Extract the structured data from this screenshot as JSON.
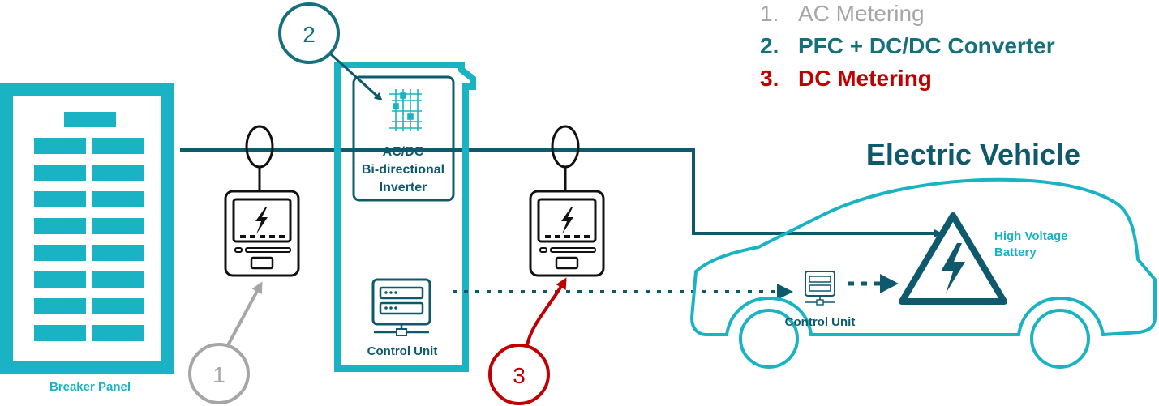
{
  "legend": {
    "items": [
      {
        "number": "1.",
        "label": "AC Metering",
        "color": "#a6a6a6"
      },
      {
        "number": "2.",
        "label": "PFC + DC/DC Converter",
        "color": "#16707c"
      },
      {
        "number": "3.",
        "label": "DC Metering",
        "color": "#c00000"
      }
    ]
  },
  "callouts": {
    "one": "1",
    "two": "2",
    "three": "3"
  },
  "breaker_panel": {
    "label": "Breaker Panel"
  },
  "inverter": {
    "line1": "AC/DC",
    "line2": "Bi-directional",
    "line3": "Inverter"
  },
  "charger_control_unit": {
    "label": "Control Unit"
  },
  "vehicle": {
    "title": "Electric Vehicle",
    "battery_line1": "High Voltage",
    "battery_line2": "Battery",
    "control_unit": "Control Unit"
  },
  "colors": {
    "teal": "#1ab3c3",
    "dark_teal": "#0e5a6c",
    "gray": "#a6a6a6",
    "red": "#c00000",
    "black": "#111111"
  }
}
